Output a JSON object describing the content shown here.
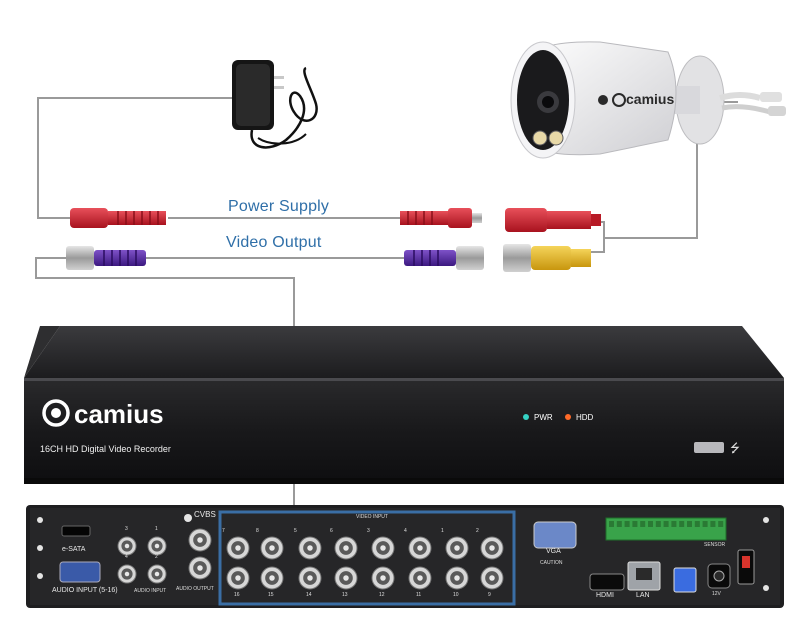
{
  "labels": {
    "power_supply": "Power Supply",
    "video_output": "Video Output"
  },
  "camera": {
    "brand": "camius"
  },
  "dvr_front": {
    "brand": "camius",
    "model": "16CH HD Digital Video Recorder",
    "led_pwr": "PWR",
    "led_hdd": "HDD",
    "usb_symbol": "⭍"
  },
  "dvr_back": {
    "esata": "e-SATA",
    "audio_input_title": "AUDIO INPUT (5-16)",
    "audio_input": "AUDIO INPUT",
    "audio_output": "AUDIO OUTPUT",
    "cvbs": "CVBS",
    "video_input": "VIDEO INPUT",
    "vga": "VGA",
    "hdmi": "HDMI",
    "lan": "LAN",
    "caution": "CAUTION",
    "sensor": "SENSOR",
    "power_label": "12V",
    "audio_ports": [
      "3",
      "1",
      "4",
      "2"
    ],
    "video_top": [
      "7",
      "8",
      "5",
      "6",
      "3",
      "4",
      "1",
      "2"
    ],
    "video_bottom": [
      "16",
      "15",
      "14",
      "13",
      "12",
      "11",
      "10",
      "9"
    ]
  },
  "colors": {
    "wire": "#9a9a9a",
    "label": "#2f6fa8",
    "highlight": "#3a6ea5",
    "dc_red": "#cc1f2a",
    "bnc_purple": "#5a2aa0",
    "bnc_yellow": "#e6b81c",
    "terminal_green": "#3aa33a"
  }
}
